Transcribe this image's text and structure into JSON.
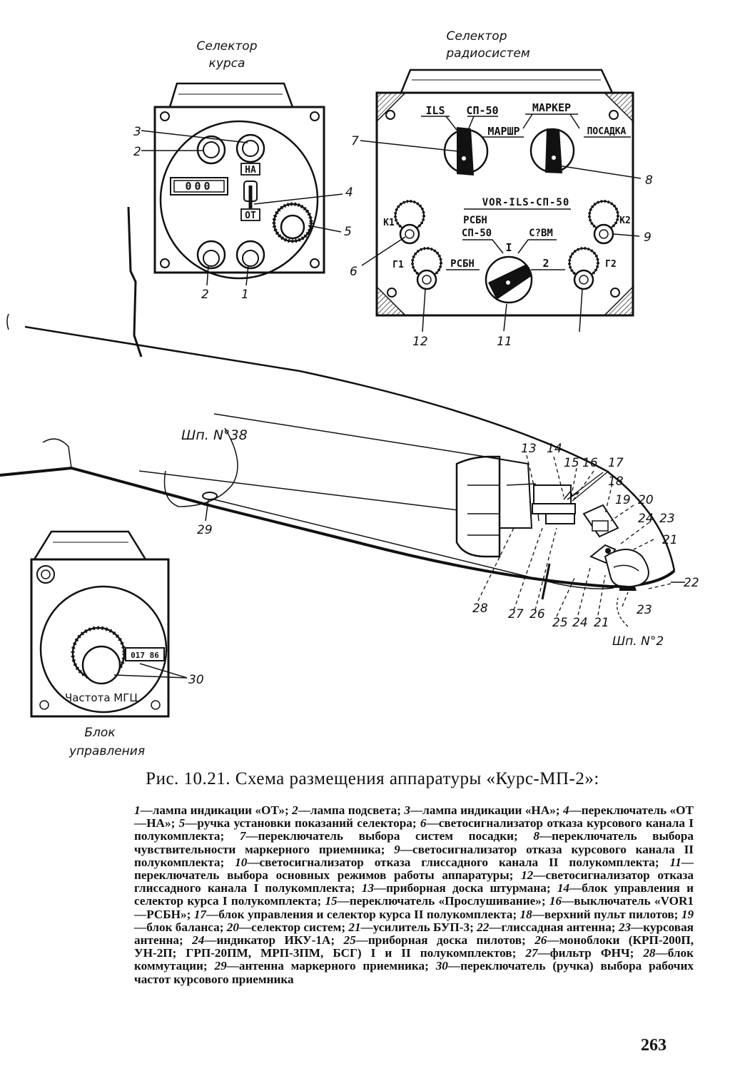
{
  "selectors": {
    "course_selector_title": [
      "Селектор",
      "курса"
    ],
    "radio_selector_title": [
      "Селектор",
      "радиосистем"
    ],
    "control_block_title": [
      "Блок",
      "управления"
    ]
  },
  "course_panel": {
    "counter": "000",
    "lamp_ha": "НА",
    "lamp_ot": "ОТ"
  },
  "radio_panel": {
    "ils": "ILS",
    "sp50_top": "СП-50",
    "marsh": "МАРШР",
    "marker": "МАРКЕР",
    "posadka": "ПОСАДКА",
    "vor_ils": "VOR-ILS-СП-50",
    "rsbn_sp50": [
      "РСБН",
      "СП-50"
    ],
    "svm": "С?ВМ",
    "rsbn": "РСБН",
    "one": "I",
    "two": "2",
    "k1": "К1",
    "k2": "К2",
    "g1": "Г1",
    "g2": "Г2"
  },
  "control_block": {
    "counter": "017 86",
    "knob_label": "Частота МГЦ"
  },
  "fuselage": {
    "frame_38": "Шп. N°38",
    "frame_2": "Шп. N°2"
  },
  "callouts": [
    "1",
    "2",
    "3",
    "4",
    "5",
    "6",
    "7",
    "8",
    "9",
    "11",
    "12",
    "13",
    "14",
    "15",
    "16",
    "17",
    "18",
    "19",
    "20",
    "21",
    "22",
    "23",
    "24",
    "25",
    "26",
    "27",
    "28",
    "29",
    "30"
  ],
  "caption": "Рис. 10.21. Схема размещения аппаратуры «Курс-МП-2»:",
  "legend": [
    {
      "n": "1",
      "t": "—лампа индикации «ОТ»; "
    },
    {
      "n": "2",
      "t": "—лампа подсвета; "
    },
    {
      "n": "3",
      "t": "—лампа индикации «НА»; "
    },
    {
      "n": "4",
      "t": "—переключатель «ОТ—НА»; "
    },
    {
      "n": "5",
      "t": "—ручка установки показаний селектора; "
    },
    {
      "n": "6",
      "t": "—светосигнализатор отказа курсового канала I полукомплекта; "
    },
    {
      "n": "7",
      "t": "—переключатель выбора систем посадки; "
    },
    {
      "n": "8",
      "t": "—переключатель выбора чувствительности маркерного приемника; "
    },
    {
      "n": "9",
      "t": "—светосигнализатор отказа курсового канала II полукомплекта; "
    },
    {
      "n": "10",
      "t": "—светосигнализатор отказа глиссадного канала II полукомплекта; "
    },
    {
      "n": "11",
      "t": "—переключатель выбора основных режимов работы аппаратуры; "
    },
    {
      "n": "12",
      "t": "—светосигнализатор отказа глиссадного канала I полукомплекта; "
    },
    {
      "n": "13",
      "t": "—приборная доска штурмана; "
    },
    {
      "n": "14",
      "t": "—блок управления и селектор курса I полукомплекта; "
    },
    {
      "n": "15",
      "t": "—переключатель «Прослушивание»; "
    },
    {
      "n": "16",
      "t": "—выключатель «VOR1—РСБН»; "
    },
    {
      "n": "17",
      "t": "—блок управления и селектор курса II полукомплекта; "
    },
    {
      "n": "18",
      "t": "—верхний пульт пилотов; "
    },
    {
      "n": "19",
      "t": "—блок баланса; "
    },
    {
      "n": "20",
      "t": "—селектор систем; "
    },
    {
      "n": "21",
      "t": "—усилитель БУП-3; "
    },
    {
      "n": "22",
      "t": "—глиссадная антенна; "
    },
    {
      "n": "23",
      "t": "—курсовая антенна; "
    },
    {
      "n": "24",
      "t": "—индикатор ИКУ-1А; "
    },
    {
      "n": "25",
      "t": "—приборная доска пилотов; "
    },
    {
      "n": "26",
      "t": "—моноблоки (КРП-200П, УН-2П; ГРП-20ПМ, МРП-3ПМ, БСГ) I и II полукомплектов; "
    },
    {
      "n": "27",
      "t": "—фильтр ФНЧ; "
    },
    {
      "n": "28",
      "t": "—блок коммутации; "
    },
    {
      "n": "29",
      "t": "—антенна маркерного приемника; "
    },
    {
      "n": "30",
      "t": "—переключатель (ручка) выбора рабочих частот курсового приемника"
    }
  ],
  "page_number": "263"
}
